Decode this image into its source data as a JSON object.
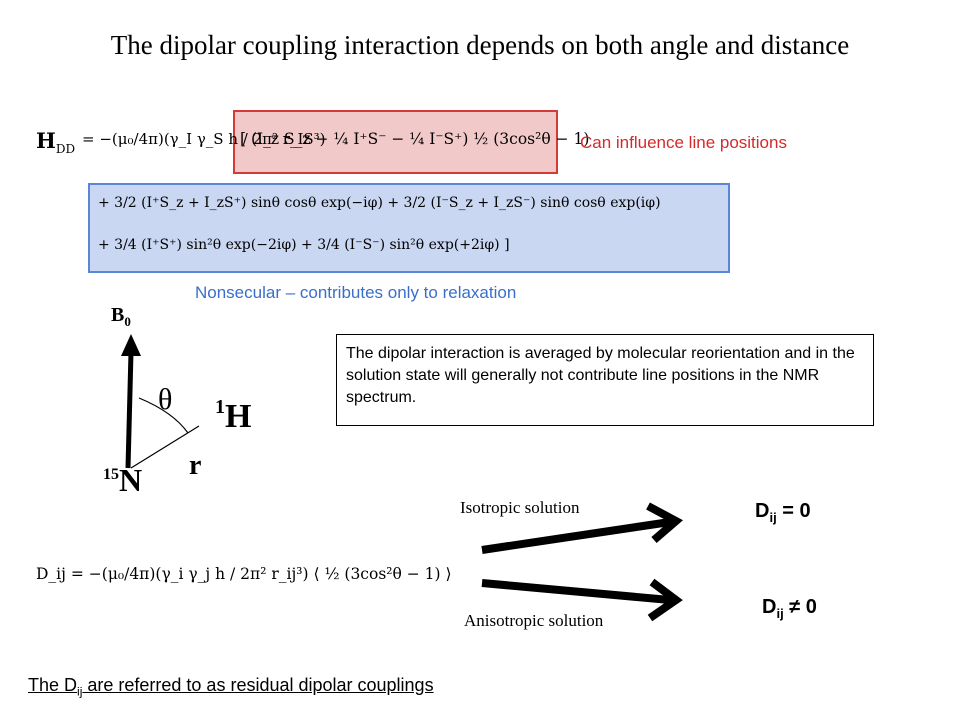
{
  "title": "The dipolar coupling interaction depends on both angle and distance",
  "labels": {
    "secular": "Can influence line positions",
    "nonsecular": "Nonsecular – contributes only to relaxation"
  },
  "equations": {
    "h_dd_lhs": "H",
    "h_dd_sub": "DD",
    "h_dd_prefactor": "= −(μ₀/4π)(γ_I γ_S h / 2π² r_IS³)",
    "h_dd_secular": "[ (I_z S_z − ¼ I⁺S⁻ − ¼ I⁻S⁺) ½ (3cos²θ − 1)",
    "h_dd_line2": "+ 3/2 (I⁺S_z + I_zS⁺) sinθ cosθ exp(−iφ) + 3/2 (I⁻S_z + I_zS⁻) sinθ cosθ exp(iφ)",
    "h_dd_line3": "+ 3/4 (I⁺S⁺) sin²θ exp(−2iφ) + 3/4 (I⁻S⁻) sin²θ exp(+2iφ) ]",
    "d_ij": "D_ij = −(μ₀/4π)(γ_i γ_j h / 2π² r_ij³) ⟨ ½ (3cos²θ − 1) ⟩"
  },
  "diagram": {
    "b0": "B",
    "b0_sub": "0",
    "theta": "θ",
    "h_sup": "1",
    "h": "H",
    "n_sup": "15",
    "n": "N",
    "r": "r"
  },
  "info": "The dipolar interaction is averaged by molecular reorientation and in the solution state will generally not contribute line positions in the NMR spectrum.",
  "isotropic": "Isotropic solution",
  "anisotropic": "Anisotropic solution",
  "d_iso": {
    "base": "D",
    "sub": "ij",
    "rel": " = 0"
  },
  "d_aniso": {
    "base": "D",
    "sub": "ij",
    "rel": " ≠ 0"
  },
  "footer": {
    "pre": "The D",
    "sub": "ij",
    "post": " are referred to as residual dipolar couplings"
  },
  "colors": {
    "red": "#d22b2b",
    "blue": "#3a6fc9"
  }
}
